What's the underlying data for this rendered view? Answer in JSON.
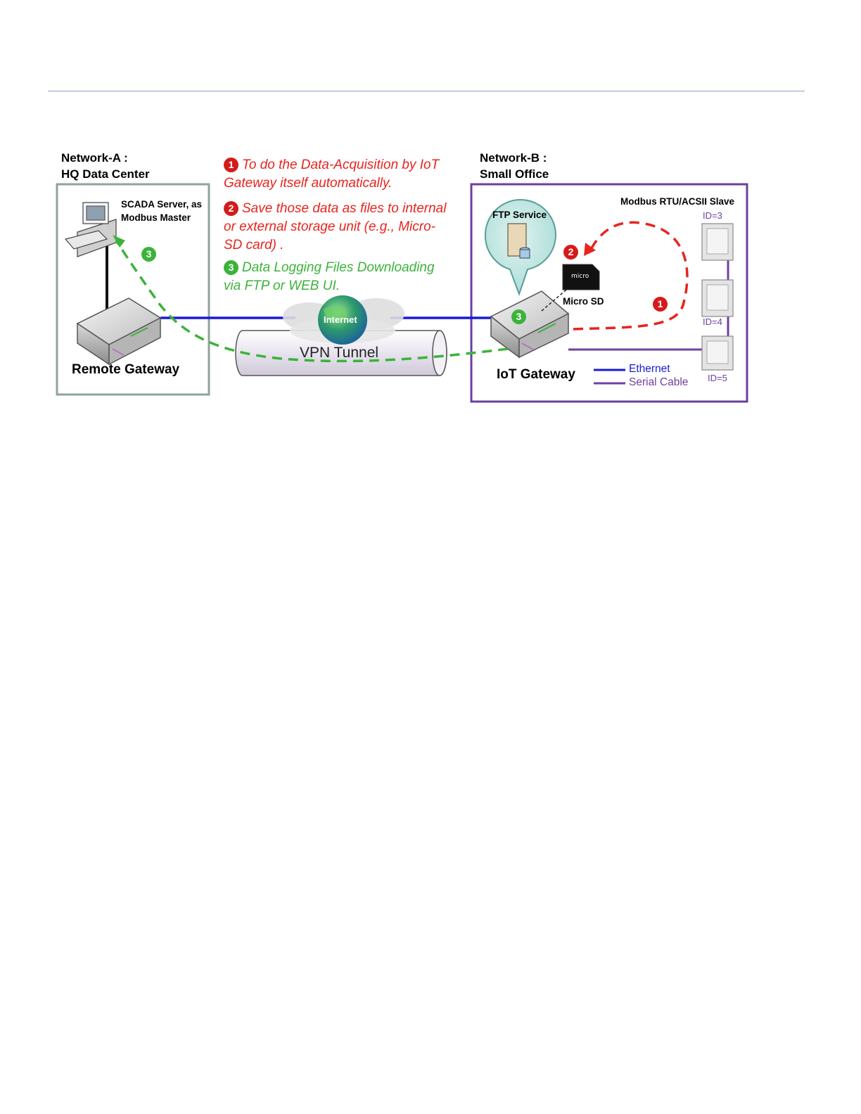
{
  "network_a": {
    "title_line1": "Network-A :",
    "title_line2": "HQ Data Center"
  },
  "network_b": {
    "title_line1": "Network-B :",
    "title_line2": "Small Office"
  },
  "notes": [
    {
      "number": "1",
      "color": "red",
      "line1": "To do the Data-Acquisition by IoT",
      "line2": "Gateway itself automatically."
    },
    {
      "number": "2",
      "color": "red",
      "line1": "Save those data as files to internal",
      "line2": "or external storage unit (e.g., Micro-",
      "line3": "SD card) ."
    },
    {
      "number": "3",
      "color": "green",
      "line1": "Data Logging Files Downloading",
      "line2": "via FTP or WEB UI."
    }
  ],
  "scada": {
    "line1": "SCADA Server, as",
    "line2": "Modbus Master"
  },
  "remote_gateway": "Remote Gateway",
  "iot_gateway": "IoT Gateway",
  "internet": "Internet",
  "vpn_tunnel": "VPN Tunnel",
  "ftp_service": "FTP Service",
  "micro_sd": "Micro SD",
  "modbus_slave": "Modbus RTU/ACSII Slave",
  "slave_ids": [
    "ID=3",
    "ID=4",
    "ID=5"
  ],
  "legend": {
    "ethernet": "Ethernet",
    "serial": "Serial Cable"
  },
  "badges": {
    "one": "1",
    "two": "2",
    "three": "3"
  },
  "colors": {
    "ethernet": "#1a1ad6",
    "serial": "#7040a0",
    "network_a_border": "#8fa39a",
    "network_b_border": "#6a3fa0",
    "step_red": "#e8241e",
    "step_green": "#3bb33a"
  }
}
